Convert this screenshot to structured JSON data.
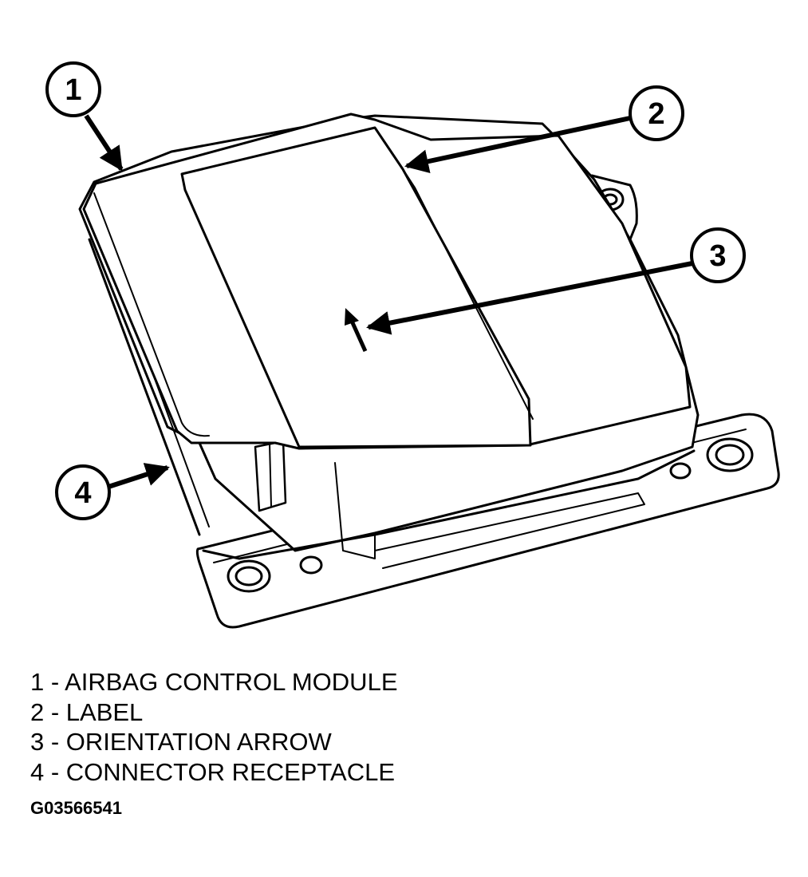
{
  "callouts": [
    {
      "number": "1",
      "part": "airbag-control-module"
    },
    {
      "number": "2",
      "part": "label"
    },
    {
      "number": "3",
      "part": "orientation-arrow"
    },
    {
      "number": "4",
      "part": "connector-receptacle"
    }
  ],
  "legend": [
    "1 - AIRBAG CONTROL MODULE",
    "2 - LABEL",
    "3 - ORIENTATION ARROW",
    "4 - CONNECTOR RECEPTACLE"
  ],
  "figure_id": "G03566541",
  "colors": {
    "ink": "#000000",
    "paper": "#ffffff"
  }
}
